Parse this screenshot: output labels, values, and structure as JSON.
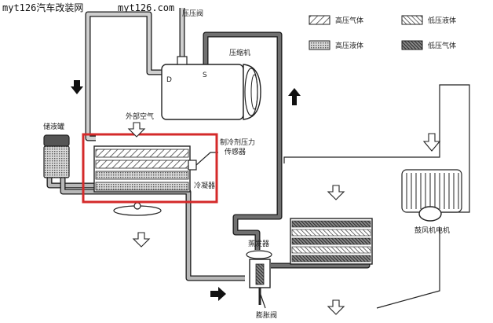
{
  "watermark": {
    "left": "myt126汽车改装网",
    "right": "myt126.com"
  },
  "labels": {
    "pressure_switch": "压压阀",
    "compressor": "压缩机",
    "compressor_d": "D",
    "compressor_s": "S",
    "receiver": "储液罐",
    "outside_air": "外部空气",
    "pressure_sensor_1": "制冷剂压力",
    "pressure_sensor_2": "传感器",
    "condenser": "冷凝器",
    "evaporator": "蒸发器",
    "blower_motor": "鼓风机电机",
    "expansion_valve": "膨胀阀"
  },
  "legend": [
    {
      "text": "高压气体"
    },
    {
      "text": "低压液体"
    },
    {
      "text": "高压液体"
    },
    {
      "text": "低压气体"
    }
  ],
  "colors": {
    "high_gas": "#c8c8c8",
    "low_liquid": "#e4e4e4",
    "high_liquid": "#b4b4b4",
    "low_gas": "#6e6e6e",
    "highlight": "#d42a2a"
  }
}
